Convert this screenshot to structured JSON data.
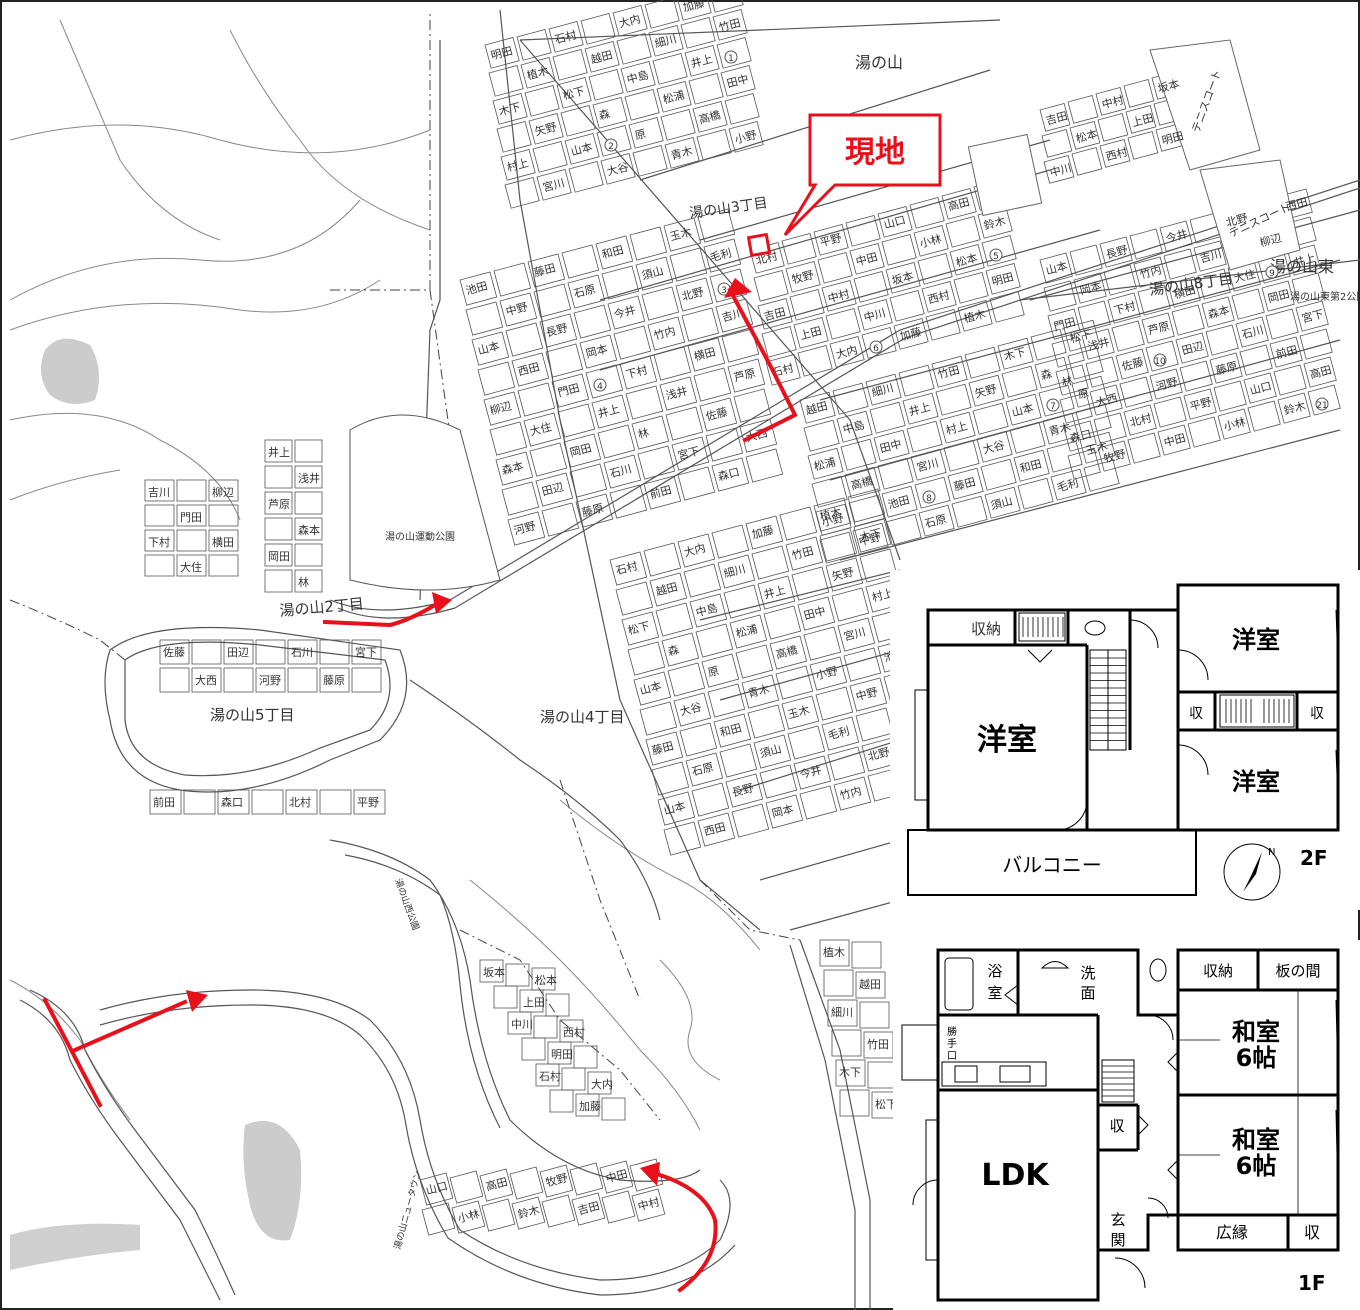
{
  "map": {
    "area_labels": {
      "yunoyama": "湯の山",
      "yunoyama_3": "湯の山3丁目",
      "yunoyama_2": "湯の山2丁目",
      "yunoyama_4": "湯の山4丁目",
      "yunoyama_5": "湯の山5丁目",
      "yunoyama_8": "湯の山8丁目",
      "yunoyama_east": "湯の山東",
      "yunoyama_east_park2": "湯の山東第2公園",
      "sports_park": "湯の山運動公園",
      "west_park": "湯の山西公園",
      "newtown_sign": "湯の山ニュータウン"
    },
    "facility_labels": {
      "tennis_1": "テニスコート",
      "tennis_2": "テニスコート"
    },
    "callout": "現地",
    "house_names": [
      "明田",
      "石村",
      "大内",
      "加藤",
      "植木",
      "越田",
      "細川",
      "竹田",
      "木下",
      "松下",
      "中島",
      "井上",
      "矢野",
      "森",
      "松浦",
      "田中",
      "村上",
      "山本",
      "原",
      "高橋",
      "宮川",
      "大谷",
      "青木",
      "小野",
      "池田",
      "藤田",
      "和田",
      "玉木",
      "中野",
      "石原",
      "須山",
      "毛利",
      "山本",
      "長野",
      "今井",
      "北野",
      "西田",
      "岡本",
      "竹内",
      "吉川",
      "柳辺",
      "門田",
      "下村",
      "横田",
      "大住",
      "井上",
      "浅井",
      "芦原",
      "森本",
      "岡田",
      "林",
      "佐藤",
      "田辺",
      "石川",
      "宮下",
      "大西",
      "河野",
      "藤原",
      "前田",
      "森口",
      "北村",
      "平野",
      "山口",
      "高田",
      "牧野",
      "中田",
      "小林",
      "鈴木",
      "吉田",
      "中村",
      "坂本",
      "松本",
      "上田",
      "中川",
      "西村"
    ],
    "district_numbers": [
      "1",
      "2",
      "3",
      "4",
      "5",
      "6",
      "7",
      "8",
      "9",
      "10",
      "21"
    ]
  },
  "floorplan_2f": {
    "level": "2F",
    "rooms": {
      "storage_top": "収納",
      "western_big": "洋室",
      "western_top_right": "洋室",
      "western_mid_right": "洋室",
      "storage_left": "収",
      "storage_right": "収",
      "balcony": "バルコニー"
    },
    "compass_letter": "N"
  },
  "floorplan_1f": {
    "level": "1F",
    "rooms": {
      "bath": "浴室",
      "washroom": "洗面",
      "storage_top": "収納",
      "wood_floor": "板の間",
      "back_door": "勝手口",
      "japanese_1": "和室\n6帖",
      "japanese_2": "和室\n6帖",
      "ldk": "LDK",
      "storage_mid": "収",
      "entrance": "玄関",
      "veranda": "広縁",
      "storage_bottom": "収"
    }
  },
  "colors": {
    "route_red": "#e8101a",
    "map_line": "#555555",
    "plan_wall": "#000000"
  }
}
